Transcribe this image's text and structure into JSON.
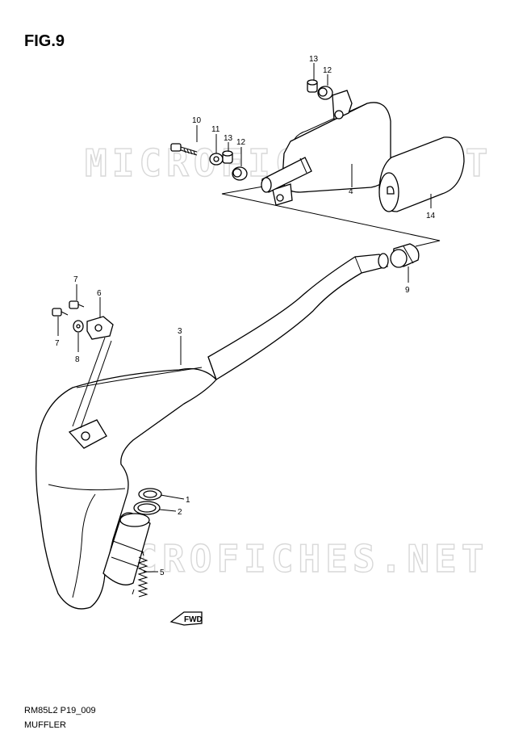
{
  "figure": {
    "title": "FIG.9"
  },
  "watermarks": [
    "MICROFICHES.NET",
    "MICROFICHES.NET"
  ],
  "footer": {
    "code": "RM85L2 P19_009",
    "name": "MUFFLER"
  },
  "fwd_label": "FWD",
  "callouts": [
    "1",
    "2",
    "3",
    "4",
    "5",
    "6",
    "7",
    "7",
    "8",
    "9",
    "10",
    "11",
    "12",
    "12",
    "13",
    "13",
    "14"
  ]
}
